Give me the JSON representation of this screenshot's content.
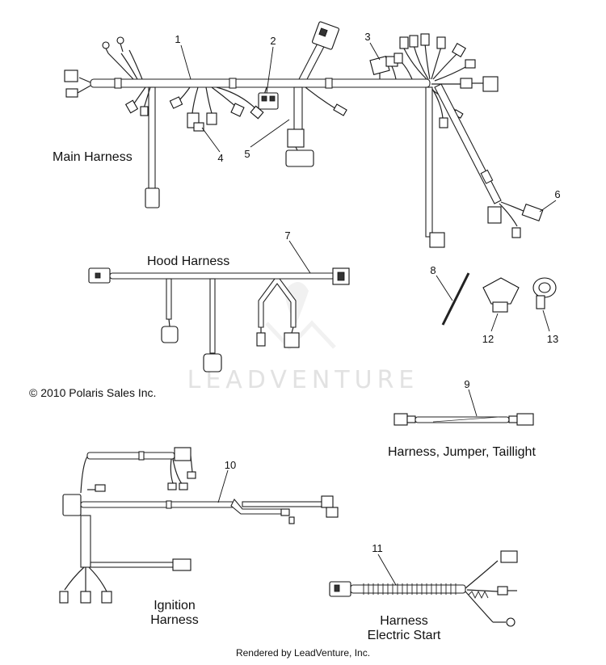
{
  "labels": {
    "main_harness": "Main Harness",
    "hood_harness": "Hood Harness",
    "taillight_jumper": "Harness, Jumper, Taillight",
    "ignition_line1": "Ignition",
    "ignition_line2": "Harness",
    "electric_start_line1": "Harness",
    "electric_start_line2": "Electric Start"
  },
  "callouts": [
    "1",
    "2",
    "3",
    "4",
    "5",
    "6",
    "7",
    "8",
    "9",
    "10",
    "11",
    "12",
    "13"
  ],
  "copyright": "© 2010 Polaris Sales Inc.",
  "watermark": "LEADVENTURE",
  "footer": "Rendered by LeadVenture, Inc."
}
